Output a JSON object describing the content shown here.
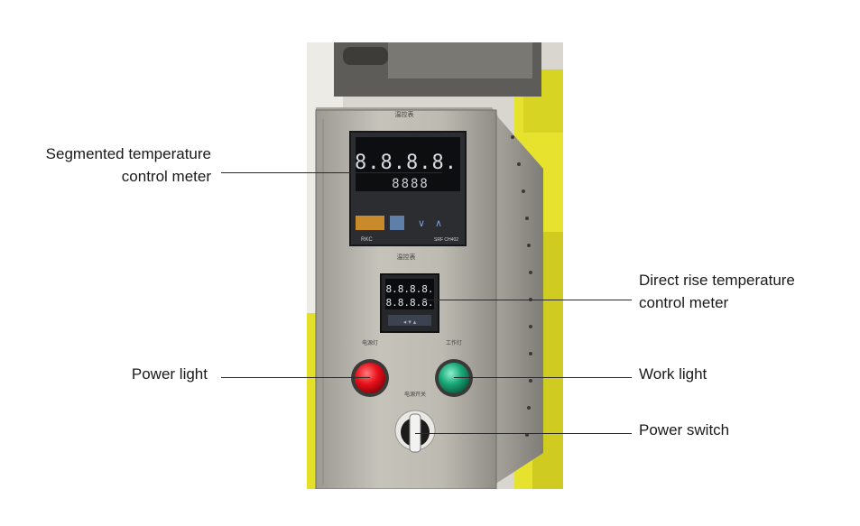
{
  "labels": {
    "segmented_meter": [
      "Segmented temperature",
      "control meter"
    ],
    "direct_meter": [
      "Direct rise temperature",
      "control meter"
    ],
    "power_light": "Power light",
    "work_light": "Work light",
    "power_switch": "Power switch"
  },
  "panel": {
    "top_caption": "温控表",
    "mid_caption": "温控表",
    "power_light_caption": "电源灯",
    "work_light_caption": "工作灯",
    "switch_caption": "电源开关"
  },
  "segmented_display": {
    "upper": "8.8.8.8.",
    "lower": "8888",
    "brand": "RKC",
    "model": "SRF CH402"
  },
  "direct_display": {
    "upper": "8.8.8.8.",
    "lower": "8.8.8.8."
  },
  "colors": {
    "steel": "#b9b6ad",
    "frame_yellow": "#e4e02a",
    "power_light": "#e8121c",
    "work_light": "#1aa97a"
  }
}
